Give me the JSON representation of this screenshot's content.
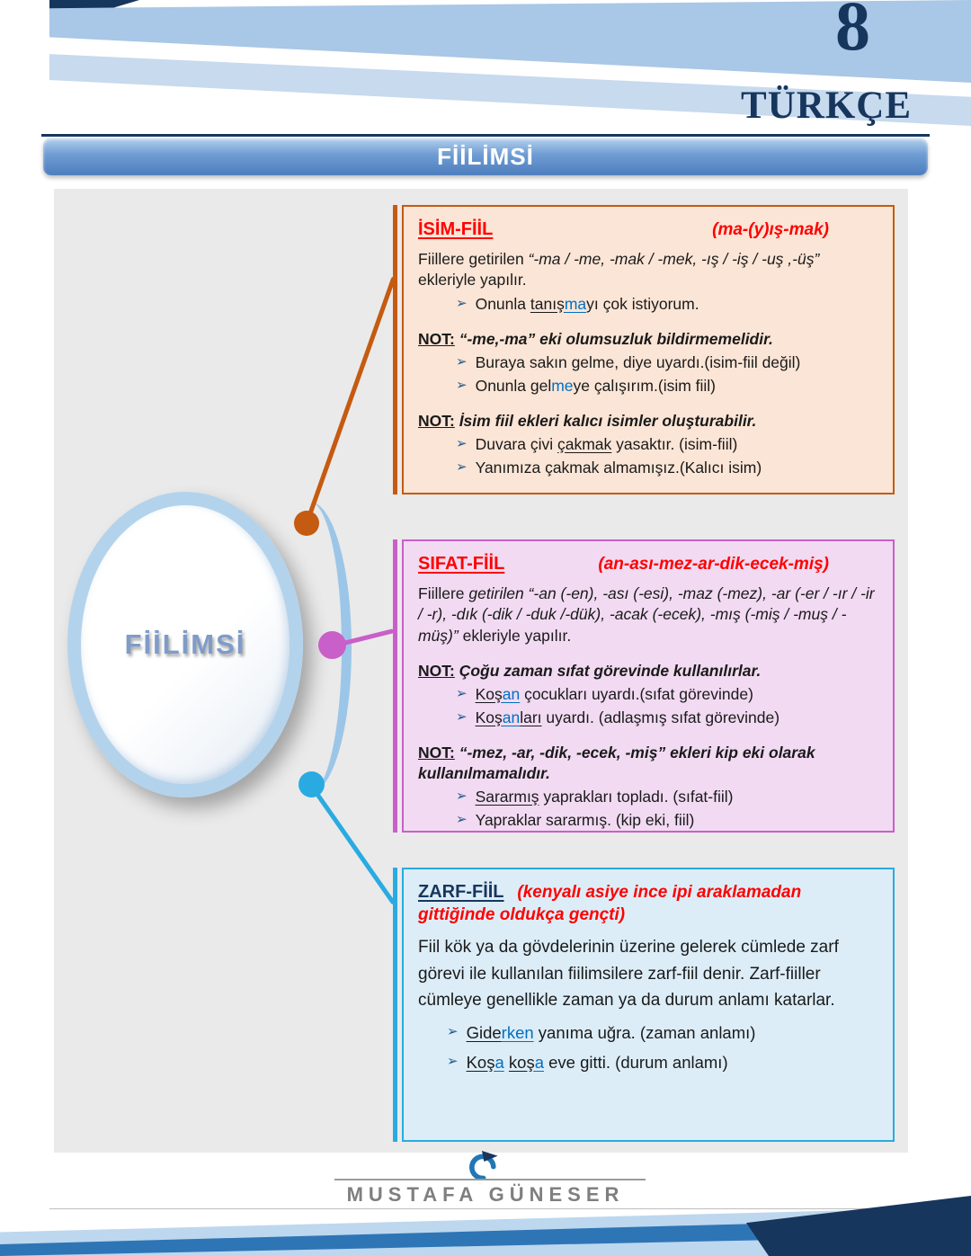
{
  "header": {
    "grade_number": "8",
    "subject": "TÜRKÇE",
    "banner_title": "FİİLİMSİ"
  },
  "hub": {
    "label": "FİİLİMSİ"
  },
  "icons": {
    "bullet_arrow": "➢",
    "logo": "swirl-logo"
  },
  "colors": {
    "navy": "#17365d",
    "banner_blue": "#4d7dbd",
    "panel_gray": "#eaeaea",
    "isim_accent": "#c55a11",
    "isim_bg": "#fbe5d6",
    "sifat_accent": "#c95fc9",
    "sifat_bg": "#f1daf2",
    "zarf_accent": "#29abe2",
    "zarf_bg": "#dcedf8",
    "highlight_blue": "#0070c0",
    "title_red": "#ff0000"
  },
  "boxes": [
    {
      "id": "isim-fiil",
      "title": "İSİM-FİİL",
      "formula": "(ma-(y)ış-mak)",
      "blocks": [
        {
          "type": "para",
          "segs": [
            {
              "t": "Fiillere getirilen "
            },
            {
              "t": "“-ma / -me, -mak / -mek, -ış / -iş / -uş ,-üş”",
              "s": "i"
            },
            {
              "t": " ekleriyle yapılır."
            }
          ]
        },
        {
          "type": "bullet",
          "segs": [
            {
              "t": "Onunla "
            },
            {
              "t": "tanış",
              "s": "u"
            },
            {
              "t": "ma",
              "s": "u blue"
            },
            {
              "t": "yı çok istiyorum."
            }
          ]
        },
        {
          "type": "note",
          "segs": [
            {
              "t": "NOT:",
              "s": "notl"
            },
            {
              "t": " “-me,-ma” eki olumsuzluk bildirmemelidir.",
              "s": "bi"
            }
          ]
        },
        {
          "type": "bullet",
          "segs": [
            {
              "t": "Buraya sakın gelme, diye uyardı.(isim-fiil değil)"
            }
          ]
        },
        {
          "type": "bullet",
          "segs": [
            {
              "t": "Onunla gel"
            },
            {
              "t": "me",
              "s": "blue"
            },
            {
              "t": "ye çalışırım.(isim fiil)"
            }
          ]
        },
        {
          "type": "note",
          "segs": [
            {
              "t": "NOT:",
              "s": "notl"
            },
            {
              "t": " İsim fiil ekleri kalıcı isimler oluşturabilir.",
              "s": "bi"
            }
          ]
        },
        {
          "type": "bullet",
          "segs": [
            {
              "t": "Duvara çivi "
            },
            {
              "t": "çakmak",
              "s": "u"
            },
            {
              "t": " yasaktır. (isim-fiil)"
            }
          ]
        },
        {
          "type": "bullet",
          "segs": [
            {
              "t": "Yanımıza çakmak almamışız.(Kalıcı isim)"
            }
          ]
        }
      ]
    },
    {
      "id": "sifat-fiil",
      "title": "SIFAT-FİİL",
      "formula": "(an-ası-mez-ar-dik-ecek-miş)",
      "blocks": [
        {
          "type": "para",
          "segs": [
            {
              "t": "Fiillere "
            },
            {
              "t": "getirilen “-an (-en), -ası (-esi), -maz (-mez), -ar (-er / -ır / -ir / -r), -dık (-dik / -duk /-dük), -acak (-ecek), -mış (-miş / -muş / -müş)”",
              "s": "i"
            },
            {
              "t": " ekleriyle yapılır."
            }
          ]
        },
        {
          "type": "note",
          "segs": [
            {
              "t": "NOT:",
              "s": "notl"
            },
            {
              "t": " Çoğu zaman sıfat görevinde kullanılırlar.",
              "s": "bi"
            }
          ]
        },
        {
          "type": "bullet",
          "segs": [
            {
              "t": "Koş",
              "s": "u"
            },
            {
              "t": "an",
              "s": "u blue"
            },
            {
              "t": " çocukları uyardı.(sıfat görevinde)"
            }
          ]
        },
        {
          "type": "bullet",
          "segs": [
            {
              "t": "Koş",
              "s": "u"
            },
            {
              "t": "an",
              "s": "u blue"
            },
            {
              "t": "ları",
              "s": "u"
            },
            {
              "t": " uyardı. (adlaşmış sıfat görevinde)"
            }
          ]
        },
        {
          "type": "note",
          "segs": [
            {
              "t": "NOT:",
              "s": "notl"
            },
            {
              "t": " “-mez, -ar, -dik, -ecek, -miş” ekleri kip eki olarak kullanılmamalıdır.",
              "s": "bi"
            }
          ]
        },
        {
          "type": "bullet",
          "segs": [
            {
              "t": "Sararmış",
              "s": "u"
            },
            {
              "t": " yaprakları topladı. (sıfat-fiil)"
            }
          ]
        },
        {
          "type": "bullet",
          "segs": [
            {
              "t": "Yapraklar sararmış. (kip eki, fiil)"
            }
          ]
        }
      ]
    },
    {
      "id": "zarf-fiil",
      "title": "ZARF-FİİL",
      "formula": "(kenyalı asiye ince ipi araklamadan gittiğinde oldukça gençti)",
      "blocks": [
        {
          "type": "para",
          "segs": [
            {
              "t": "Fiil kök ya da gövdelerinin üzerine gelerek cümlede zarf görevi ile kullanılan fiilimsilere zarf-fiil denir. Zarf-fiiller cümleye genellikle zaman ya da durum anlamı katarlar."
            }
          ]
        },
        {
          "type": "bullet",
          "segs": [
            {
              "t": "Gide",
              "s": "u"
            },
            {
              "t": "rken",
              "s": "u blue"
            },
            {
              "t": " yanıma uğra. (zaman anlamı)"
            }
          ]
        },
        {
          "type": "bullet",
          "segs": [
            {
              "t": "Koş",
              "s": "u"
            },
            {
              "t": "a",
              "s": "u blue"
            },
            {
              "t": " "
            },
            {
              "t": "koş",
              "s": "u"
            },
            {
              "t": "a",
              "s": "u blue"
            },
            {
              "t": " eve gitti. (durum anlamı)"
            }
          ]
        }
      ]
    }
  ],
  "footer": {
    "author": "MUSTAFA GÜNESER"
  }
}
